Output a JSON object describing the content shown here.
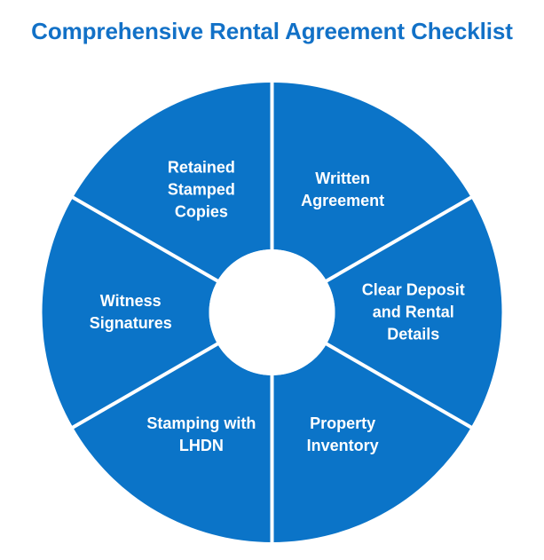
{
  "title": "Comprehensive Rental Agreement Checklist",
  "colors": {
    "title": "#1271c7",
    "segment_fill": "#0b74c8",
    "divider": "#ffffff",
    "label_text": "#ffffff",
    "background": "#ffffff",
    "hole": "#ffffff"
  },
  "chart_data": {
    "type": "pie",
    "variant": "donut",
    "title": "Comprehensive Rental Agreement Checklist",
    "xlabel": "",
    "ylabel": "",
    "legend": "none",
    "grid": false,
    "equal_segments": true,
    "segment_count": 6,
    "segment_angle_deg": 60,
    "start_angle_deg": 0,
    "inner_radius_ratio": 0.274,
    "categories": [
      "Written Agreement",
      "Clear Deposit and Rental Details",
      "Property Inventory",
      "Stamping with LHDN",
      "Witness Signatures",
      "Retained Stamped Copies"
    ],
    "values": [
      1,
      1,
      1,
      1,
      1,
      1
    ],
    "segments": [
      {
        "label": "Written Agreement",
        "lines": [
          "Written",
          "Agreement"
        ],
        "start_deg": 0,
        "end_deg": 60,
        "color": "#0b74c8"
      },
      {
        "label": "Clear Deposit and Rental Details",
        "lines": [
          "Clear Deposit",
          "and Rental",
          "Details"
        ],
        "start_deg": 60,
        "end_deg": 120,
        "color": "#0b74c8"
      },
      {
        "label": "Property Inventory",
        "lines": [
          "Property",
          "Inventory"
        ],
        "start_deg": 120,
        "end_deg": 180,
        "color": "#0b74c8"
      },
      {
        "label": "Stamping with LHDN",
        "lines": [
          "Stamping with",
          "LHDN"
        ],
        "start_deg": 180,
        "end_deg": 240,
        "color": "#0b74c8"
      },
      {
        "label": "Witness Signatures",
        "lines": [
          "Witness",
          "Signatures"
        ],
        "start_deg": 240,
        "end_deg": 300,
        "color": "#0b74c8"
      },
      {
        "label": "Retained Stamped Copies",
        "lines": [
          "Retained",
          "Stamped",
          "Copies"
        ],
        "start_deg": 300,
        "end_deg": 360,
        "color": "#0b74c8"
      }
    ]
  },
  "labels": {
    "written_agreement": "Written\nAgreement",
    "clear_deposit": "Clear Deposit\nand Rental\nDetails",
    "property_inventory": "Property\nInventory",
    "stamping_lhdn": "Stamping with\nLHDN",
    "witness_signatures": "Witness\nSignatures",
    "retained_copies": "Retained\nStamped\nCopies"
  }
}
